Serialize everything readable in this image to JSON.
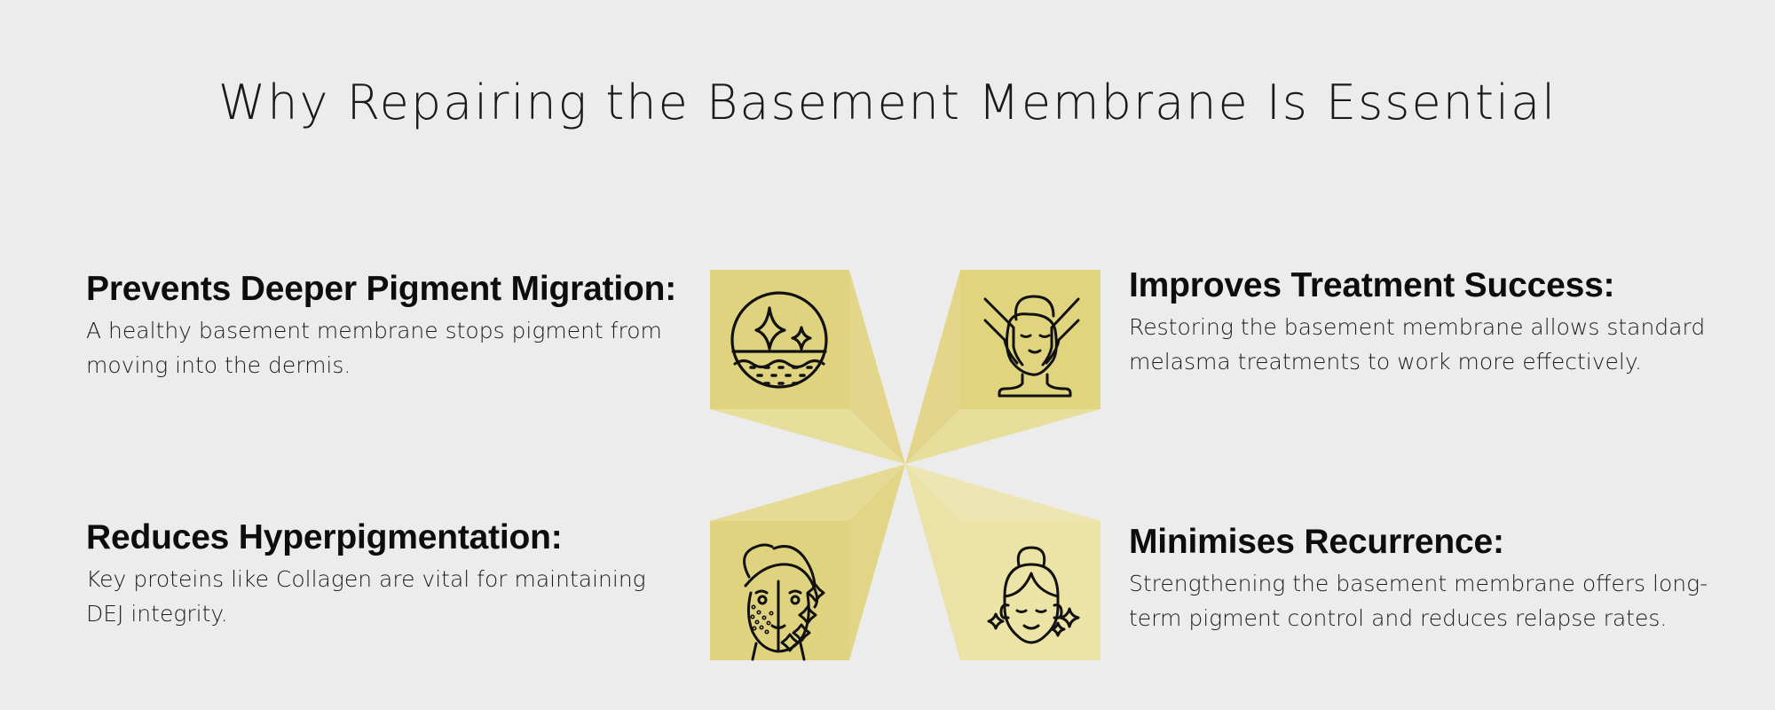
{
  "title": "Why Repairing the Basement Membrane Is Essential",
  "colors": {
    "background": "#ececec",
    "square_dark": "#e0d37f",
    "wedge_mid": "#e4d88e",
    "wedge_light": "#e9e09f",
    "square_light": "#ece3a6",
    "wedge_lightest": "#efe8b6",
    "icon_stroke": "#111111"
  },
  "items": [
    {
      "position": "top-left",
      "heading": "Prevents Deeper Pigment Migration:",
      "body_line1": "A healthy basement membrane stops pigment from",
      "body_line2": "moving into the dermis.",
      "icon": "skin-layer-sparkle-icon"
    },
    {
      "position": "bottom-left",
      "heading": "Reduces Hyperpigmentation:",
      "body_line1": "Key proteins like Collagen are vital for maintaining",
      "body_line2": "DEJ integrity.",
      "icon": "face-pigmentation-icon"
    },
    {
      "position": "top-right",
      "heading": "Improves Treatment Success:",
      "body_line1": "Restoring the basement membrane allows standard",
      "body_line2": "melasma treatments to work more effectively.",
      "icon": "facial-massage-icon"
    },
    {
      "position": "bottom-right",
      "heading": "Minimises Recurrence:",
      "body_line1": "Strengthening the basement membrane offers long-",
      "body_line2": "term pigment control and reduces relapse rates.",
      "icon": "glowing-face-icon"
    }
  ]
}
